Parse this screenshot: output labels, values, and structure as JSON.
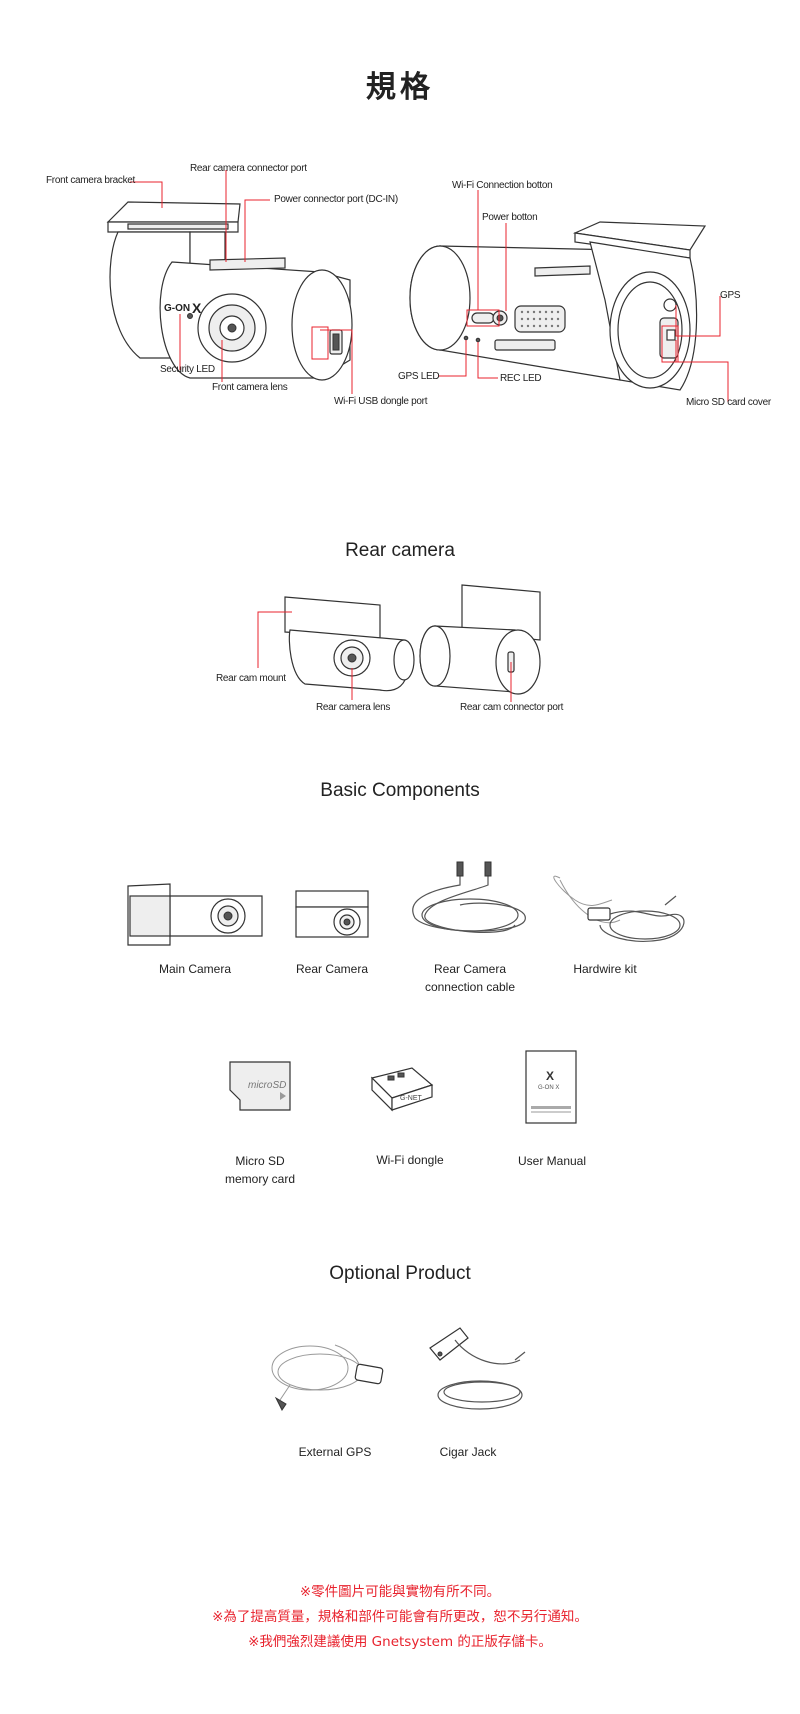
{
  "page_title": "規格",
  "main_diagram": {
    "labels": {
      "front_bracket": "Front camera bracket",
      "rear_connector": "Rear camera connector port",
      "power_connector": "Power connector port (DC-IN)",
      "security_led": "Security LED",
      "front_lens": "Front camera lens",
      "wifi_usb": "Wi-Fi USB dongle port",
      "wifi_button": "Wi-Fi Connection botton",
      "power_button": "Power botton",
      "gps_led": "GPS LED",
      "rec_led": "REC LED",
      "gps": "GPS",
      "sd_cover": "Micro SD card cover"
    },
    "brand": "G-ON"
  },
  "rear_camera": {
    "title": "Rear camera",
    "labels": {
      "mount": "Rear cam mount",
      "lens": "Rear camera lens",
      "connector": "Rear cam connector port"
    }
  },
  "basic_components": {
    "title": "Basic Components",
    "row1": [
      "Main Camera",
      "Rear Camera",
      "Rear Camera\nconnection cable",
      "Hardwire kit"
    ],
    "row2": [
      "Micro SD\nmemory card",
      "Wi-Fi dongle",
      "User Manual"
    ]
  },
  "optional_product": {
    "title": "Optional Product",
    "items": [
      "External GPS",
      "Cigar Jack"
    ]
  },
  "notes": [
    "※零件圖片可能與實物有所不同。",
    "※為了提高質量，規格和部件可能會有所更改，恕不另行通知。",
    "※我們強烈建議使用 Gnetsystem 的正版存儲卡。"
  ],
  "colors": {
    "accent": "#e8232e",
    "text": "#222222"
  }
}
